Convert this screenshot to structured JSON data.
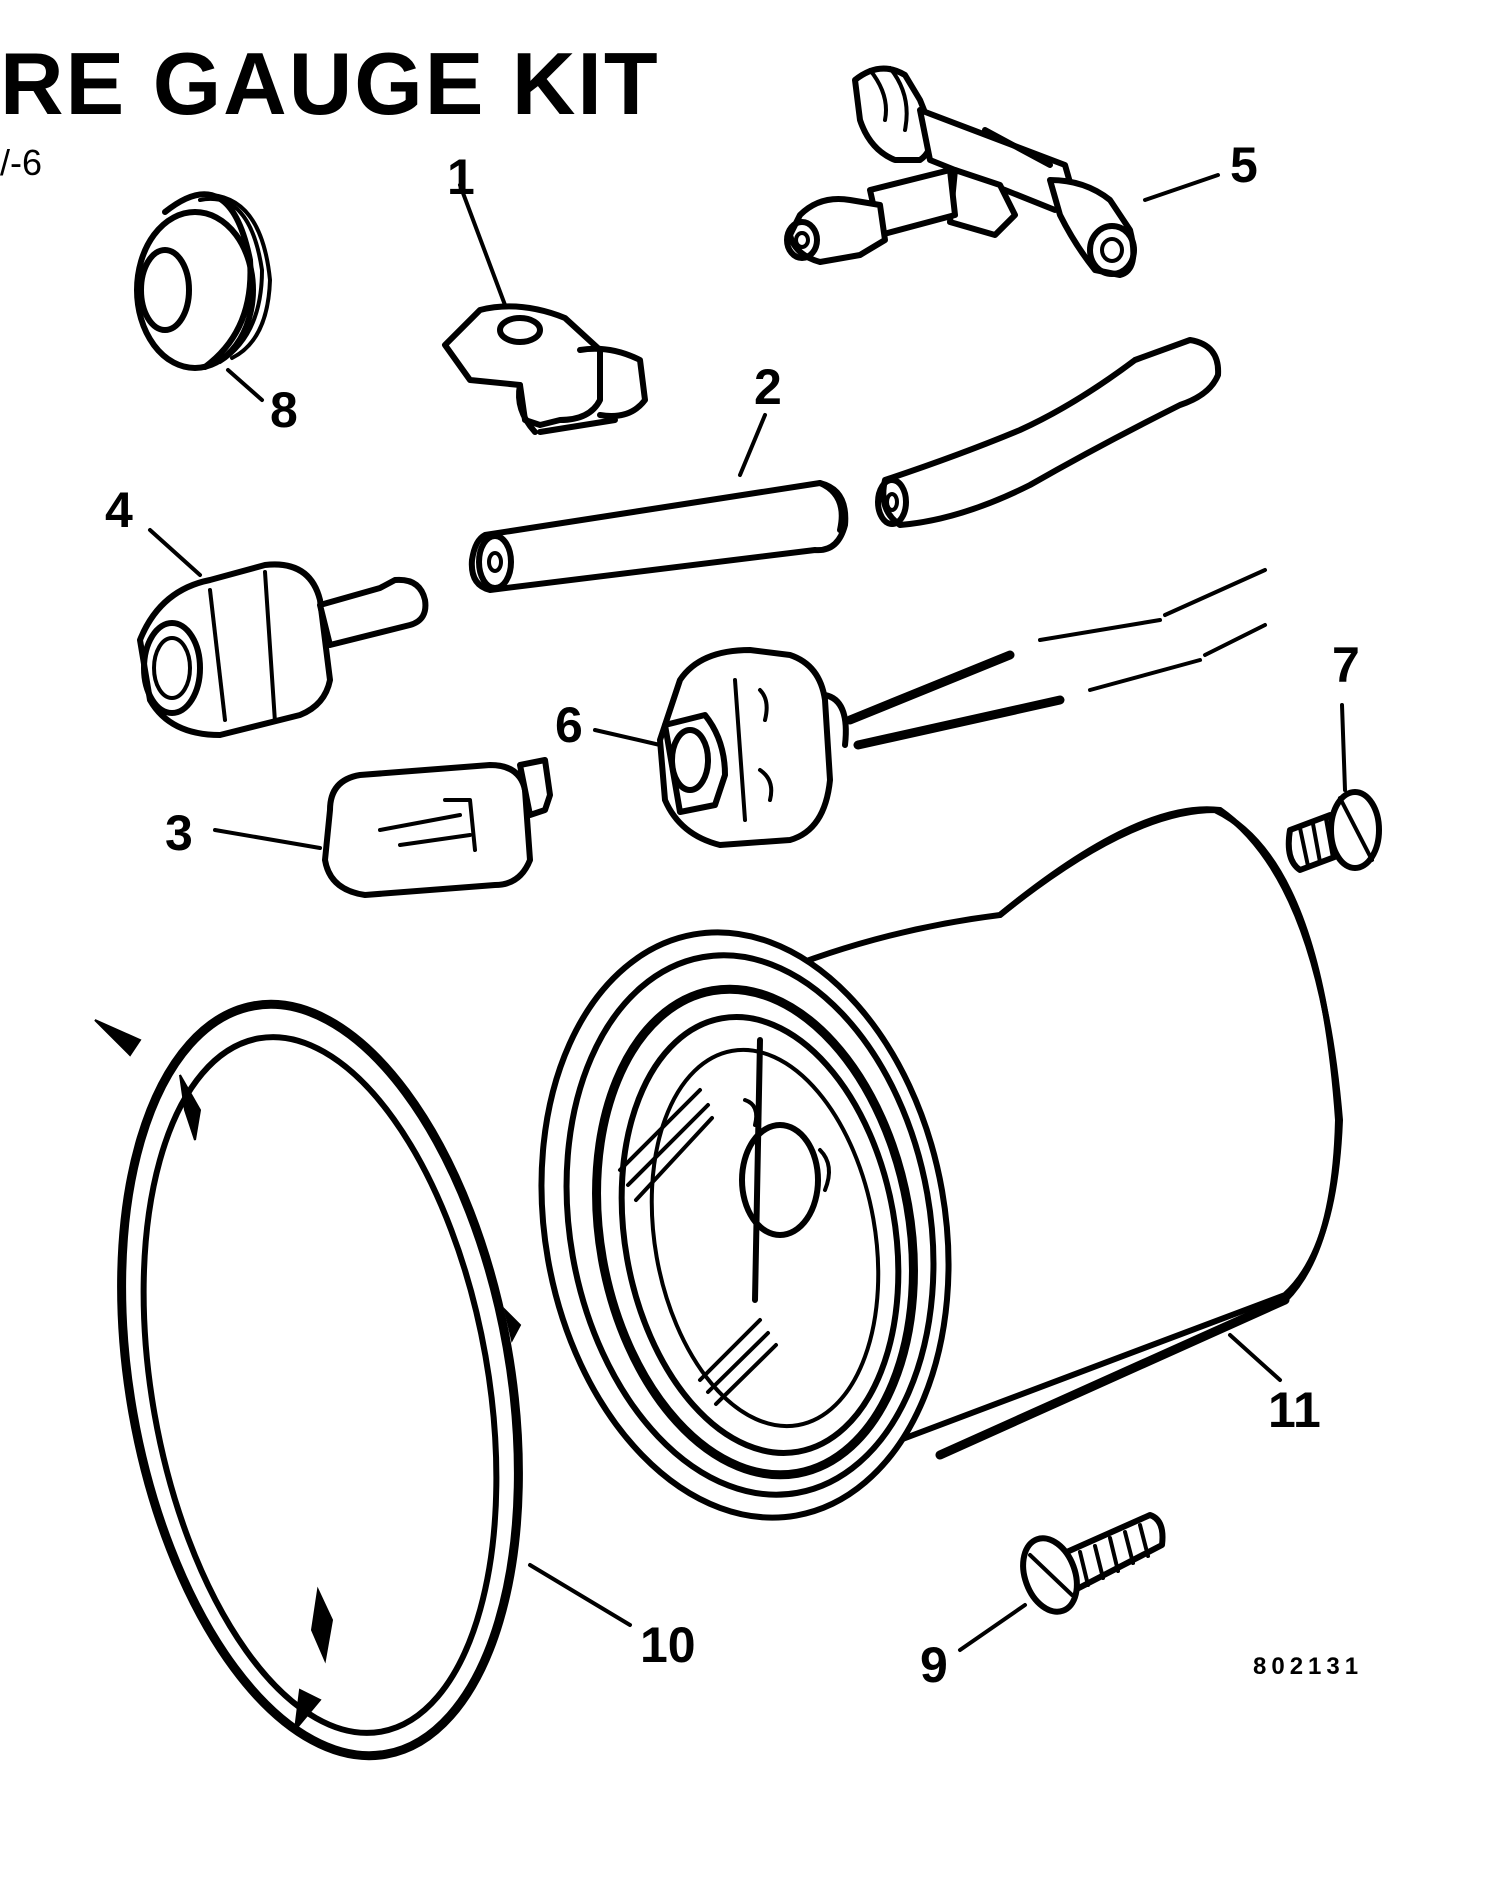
{
  "title": "RE GAUGE KIT",
  "subtitle": "/-6",
  "callouts": {
    "c1": "1",
    "c2": "2",
    "c3": "3",
    "c4": "4",
    "c5": "5",
    "c6": "6",
    "c7": "7",
    "c8": "8",
    "c9": "9",
    "c10": "10",
    "c11": "11"
  },
  "figure_number": "802131"
}
